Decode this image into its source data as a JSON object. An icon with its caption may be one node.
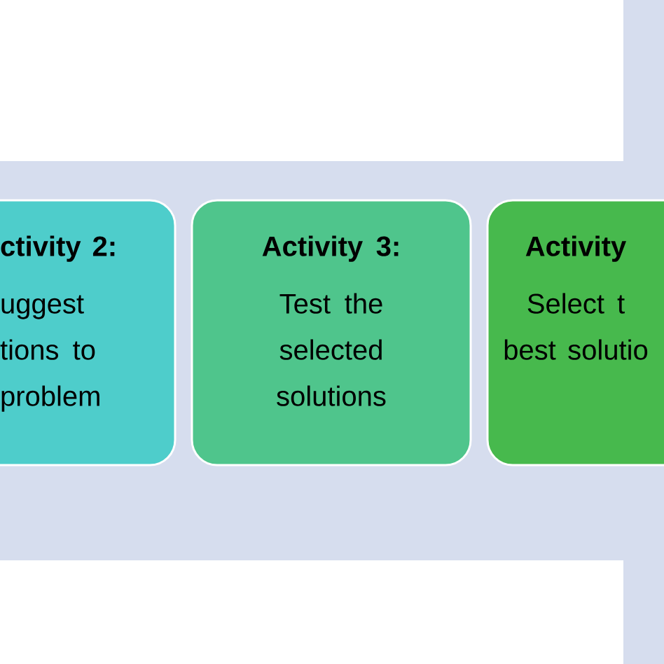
{
  "diagram": {
    "nodes": [
      {
        "text": [
          "ctivity 2:",
          "uggest tions to problem"
        ]
      },
      {
        "text": [
          "Activity 3:",
          "Test the selected solutions"
        ]
      },
      {
        "text": [
          "Activity",
          "Select t best solutio"
        ]
      }
    ]
  }
}
